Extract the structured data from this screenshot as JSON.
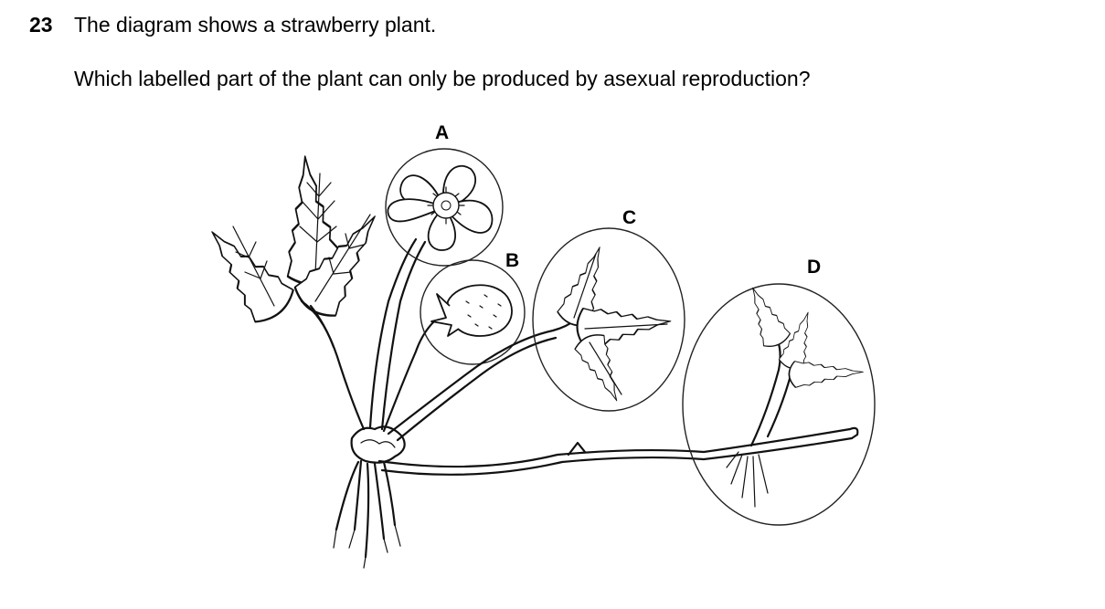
{
  "question": {
    "number": "23",
    "text": "The diagram shows a strawberry plant.",
    "prompt": "Which labelled part of the plant can only be produced by asexual reproduction?"
  },
  "diagram": {
    "labels": {
      "a": "A",
      "b": "B",
      "c": "C",
      "d": "D"
    }
  }
}
